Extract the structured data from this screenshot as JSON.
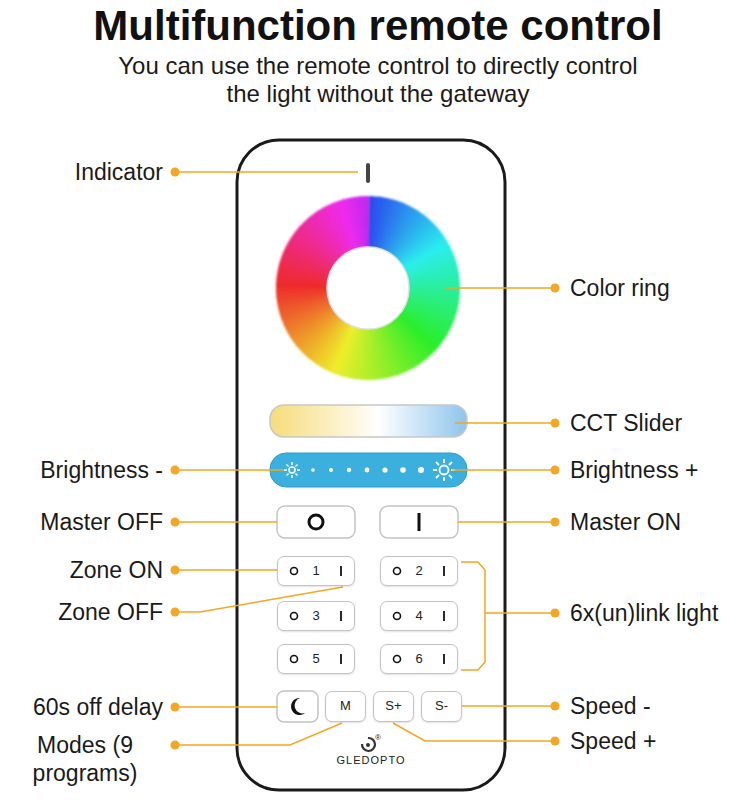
{
  "diagram": {
    "title": "Multifunction remote control",
    "nodes": [
      {
        "text": [
          "GLEDOPTO"
        ]
      },
      {
        "text": [
          "1"
        ],
        "in": 0
      },
      {
        "text": [
          "2"
        ],
        "in": 0
      },
      {
        "text": [
          "3"
        ],
        "in": 0
      },
      {
        "text": [
          "4"
        ],
        "in": 0
      },
      {
        "text": [
          "5"
        ],
        "in": 0
      },
      {
        "text": [
          "6"
        ],
        "in": 0
      },
      {
        "text": [
          "M"
        ],
        "in": 0
      },
      {
        "text": [
          "S+"
        ],
        "in": 0
      },
      {
        "text": [
          "S-"
        ],
        "in": 0
      }
    ],
    "labels": [
      "You can use the remote control to directly control the light without the gateway",
      "Indicator",
      "Color ring",
      "CCT Slider",
      "Brightness -",
      "Brightness +",
      "Master OFF",
      "Master ON",
      "Zone ON",
      "Zone OFF",
      "6x(un)link light",
      "60s off delay",
      "Speed -",
      "Modes (9 programs)",
      "Speed +",
      "®"
    ]
  }
}
